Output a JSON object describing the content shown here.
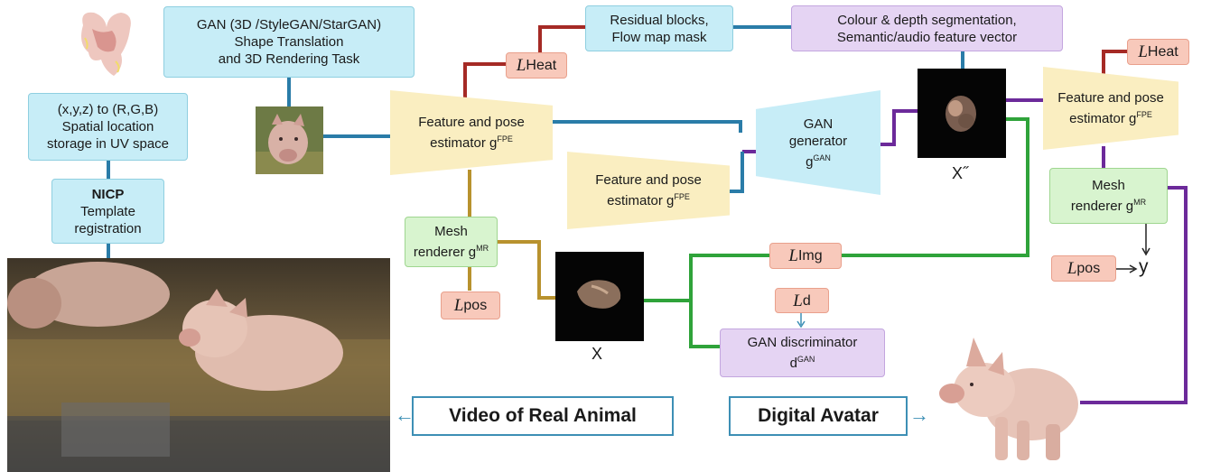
{
  "boxes": {
    "gan_tasks": {
      "line1": "GAN (3D /StyleGAN/StarGAN)",
      "line2": "Shape Translation",
      "line3": "and 3D Rendering Task"
    },
    "uv_storage": {
      "line1": "(x,y,z) to (R,G,B)",
      "line2": "Spatial location",
      "line3": "storage in UV space"
    },
    "nicp": {
      "title": "NICP",
      "line2": "Template",
      "line3": "registration"
    },
    "residual": {
      "line1": "Residual blocks,",
      "line2": "Flow map mask"
    },
    "segmentation": {
      "line1": "Colour & depth segmentation,",
      "line2": "Semantic/audio feature vector"
    },
    "fpe_main": {
      "line1": "Feature and pose",
      "line2": "estimator g",
      "sup": "FPE"
    },
    "fpe_lower": {
      "line1": "Feature and pose",
      "line2": "estimator g",
      "sup": "FPE"
    },
    "fpe_right": {
      "line1": "Feature and pose",
      "line2": "estimator g",
      "sup": "FPE"
    },
    "gan_generator": {
      "line1": "GAN",
      "line2": "generator",
      "line3": "g",
      "sup": "GAN"
    },
    "mesh_left": {
      "line1": "Mesh",
      "line2": "renderer g",
      "sup": "MR"
    },
    "mesh_right": {
      "line1": "Mesh",
      "line2": "renderer g",
      "sup": "MR"
    },
    "gan_discriminator": {
      "line1": "GAN discriminator",
      "line2": "d",
      "sup": "GAN"
    }
  },
  "losses": {
    "heat_left": {
      "symbol": "L",
      "text": "Heat"
    },
    "heat_right": {
      "symbol": "L",
      "text": "Heat"
    },
    "img": {
      "symbol": "L",
      "text": "Img"
    },
    "d": {
      "symbol": "L",
      "text": "d"
    },
    "pos_left": {
      "symbol": "L",
      "text": "pos"
    },
    "pos_right": {
      "symbol": "L",
      "text": "pos"
    }
  },
  "labels": {
    "x": "X",
    "x_dd": "X˝",
    "y": "y",
    "video": "Video of Real Animal",
    "avatar": "Digital Avatar"
  },
  "colors": {
    "blue_line": "#2a7ca8",
    "red_line": "#a52a25",
    "purple_line": "#6c2a9a",
    "green_line": "#2fa33a",
    "gold_line": "#b8922e"
  }
}
